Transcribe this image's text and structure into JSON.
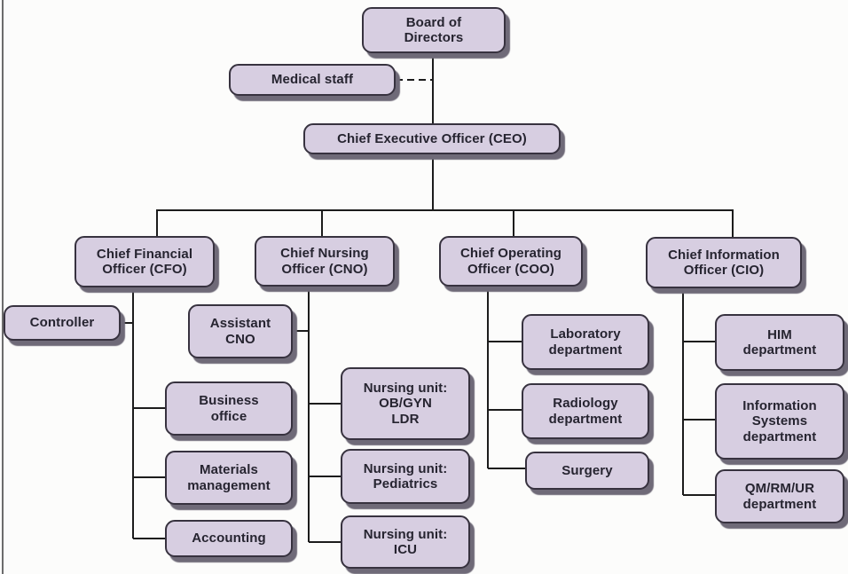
{
  "figure": {
    "title": "Hospital organizational chart",
    "background": "#fcfcfb",
    "box_fill": "#d7cee1",
    "box_border": "#37323f",
    "box_shadow": "#6f6a78",
    "line_color": "#1c1c1c",
    "text_color": "#262430"
  },
  "nodes": {
    "board": {
      "label": "Board of\nDirectors"
    },
    "medical_staff": {
      "label": "Medical staff"
    },
    "ceo": {
      "label": "Chief Executive Officer (CEO)"
    },
    "cfo": {
      "label": "Chief Financial\nOfficer (CFO)"
    },
    "cno": {
      "label": "Chief Nursing\nOfficer (CNO)"
    },
    "coo": {
      "label": "Chief Operating\nOfficer (COO)"
    },
    "cio": {
      "label": "Chief Information\nOfficer (CIO)"
    },
    "controller": {
      "label": "Controller"
    },
    "assistant_cno": {
      "label": "Assistant\nCNO"
    },
    "business_office": {
      "label": "Business\noffice"
    },
    "materials_management": {
      "label": "Materials\nmanagement"
    },
    "accounting": {
      "label": "Accounting"
    },
    "nursing_obgyn": {
      "label": "Nursing unit:\nOB/GYN\nLDR"
    },
    "nursing_pediatrics": {
      "label": "Nursing unit:\nPediatrics"
    },
    "nursing_icu": {
      "label": "Nursing unit:\nICU"
    },
    "laboratory": {
      "label": "Laboratory\ndepartment"
    },
    "radiology": {
      "label": "Radiology\ndepartment"
    },
    "surgery": {
      "label": "Surgery"
    },
    "him": {
      "label": "HIM\ndepartment"
    },
    "information_systems": {
      "label": "Information\nSystems\ndepartment"
    },
    "qm_rm_ur": {
      "label": "QM/RM/UR\ndepartment"
    }
  },
  "edges": [
    {
      "from": "board",
      "to": "ceo",
      "style": "solid"
    },
    {
      "from": "medical_staff",
      "to": "board-ceo-line",
      "style": "dashed"
    },
    {
      "from": "ceo",
      "to": "cfo",
      "style": "solid"
    },
    {
      "from": "ceo",
      "to": "cno",
      "style": "solid"
    },
    {
      "from": "ceo",
      "to": "coo",
      "style": "solid"
    },
    {
      "from": "ceo",
      "to": "cio",
      "style": "solid"
    },
    {
      "from": "cfo",
      "to": "controller",
      "style": "solid"
    },
    {
      "from": "cfo",
      "to": "business_office",
      "style": "solid"
    },
    {
      "from": "cfo",
      "to": "materials_management",
      "style": "solid"
    },
    {
      "from": "cfo",
      "to": "accounting",
      "style": "solid"
    },
    {
      "from": "cno",
      "to": "assistant_cno",
      "style": "solid"
    },
    {
      "from": "cno",
      "to": "nursing_obgyn",
      "style": "solid"
    },
    {
      "from": "cno",
      "to": "nursing_pediatrics",
      "style": "solid"
    },
    {
      "from": "cno",
      "to": "nursing_icu",
      "style": "solid"
    },
    {
      "from": "coo",
      "to": "laboratory",
      "style": "solid"
    },
    {
      "from": "coo",
      "to": "radiology",
      "style": "solid"
    },
    {
      "from": "coo",
      "to": "surgery",
      "style": "solid"
    },
    {
      "from": "cio",
      "to": "him",
      "style": "solid"
    },
    {
      "from": "cio",
      "to": "information_systems",
      "style": "solid"
    },
    {
      "from": "cio",
      "to": "qm_rm_ur",
      "style": "solid"
    }
  ]
}
